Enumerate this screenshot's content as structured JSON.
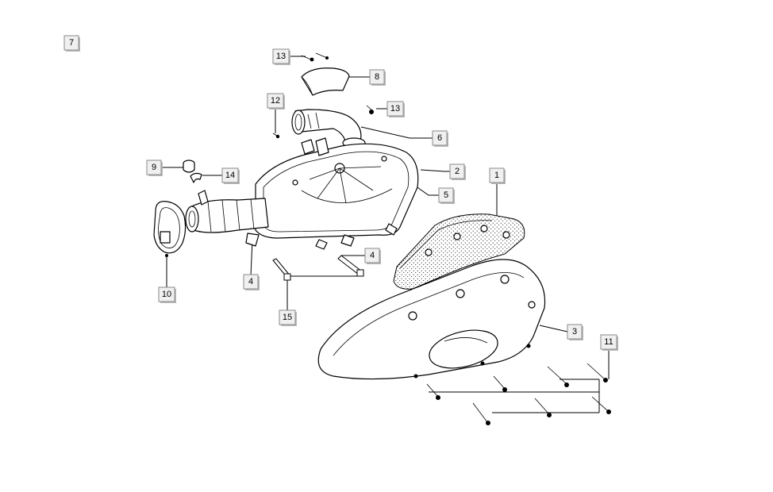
{
  "diagram": {
    "figure_ref": "7",
    "callouts": [
      {
        "id": "c7",
        "label": "7"
      },
      {
        "id": "c13a",
        "label": "13"
      },
      {
        "id": "c8",
        "label": "8"
      },
      {
        "id": "c12",
        "label": "12"
      },
      {
        "id": "c13b",
        "label": "13"
      },
      {
        "id": "c6",
        "label": "6"
      },
      {
        "id": "c2",
        "label": "2"
      },
      {
        "id": "c1",
        "label": "1"
      },
      {
        "id": "c9",
        "label": "9"
      },
      {
        "id": "c14",
        "label": "14"
      },
      {
        "id": "c5",
        "label": "5"
      },
      {
        "id": "c4a",
        "label": "4"
      },
      {
        "id": "c4b",
        "label": "4"
      },
      {
        "id": "c10",
        "label": "10"
      },
      {
        "id": "c15",
        "label": "15"
      },
      {
        "id": "c3",
        "label": "3"
      },
      {
        "id": "c11",
        "label": "11"
      }
    ]
  }
}
